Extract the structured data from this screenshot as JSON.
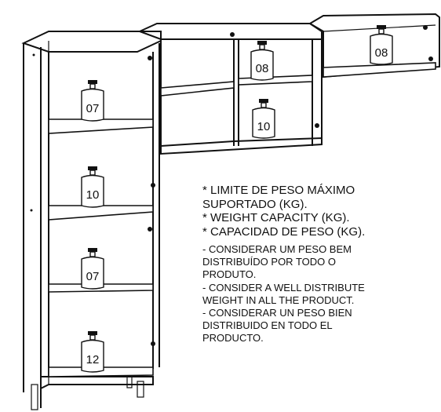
{
  "weights": {
    "tall_shelf_1": "07",
    "tall_shelf_2": "10",
    "tall_shelf_3": "07",
    "tall_shelf_4": "12",
    "upper_top": "08",
    "upper_bottom": "10",
    "right_cabinet": "08"
  },
  "notes": {
    "capacity_pt_1": "* LIMITE DE PESO MÁXIMO",
    "capacity_pt_2": "SUPORTADO (KG).",
    "capacity_en": "* WEIGHT CAPACITY (KG).",
    "capacity_es": "* CAPACIDAD DE PESO (KG).",
    "dist_pt_1": "- CONSIDERAR UM PESO BEM",
    "dist_pt_2": "DISTRIBUÍDO POR TODO O",
    "dist_pt_3": "PRODUTO.",
    "dist_en_1": "- CONSIDER A WELL DISTRIBUTE",
    "dist_en_2": "WEIGHT IN ALL THE PRODUCT.",
    "dist_es_1": "- CONSIDERAR  UN PESO BIEN",
    "dist_es_2": "DISTRIBUIDO EN TODO EL",
    "dist_es_3": "PRODUCTO."
  }
}
